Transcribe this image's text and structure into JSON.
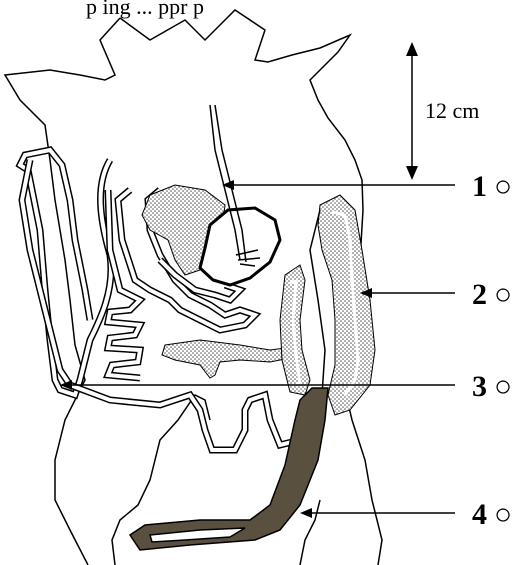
{
  "header_fragment": "p ing   ...  ppr p",
  "scale_bar": {
    "label": "12 cm"
  },
  "labels": [
    {
      "id": "1",
      "number": "1",
      "option_symbol": "○"
    },
    {
      "id": "2",
      "number": "2",
      "option_symbol": "○"
    },
    {
      "id": "3",
      "number": "3",
      "option_symbol": "○"
    },
    {
      "id": "4",
      "number": "4",
      "option_symbol": "○"
    }
  ],
  "colors": {
    "stroke": "#000000",
    "stipple": "#777777",
    "rectum_fill": "#5a5040"
  }
}
